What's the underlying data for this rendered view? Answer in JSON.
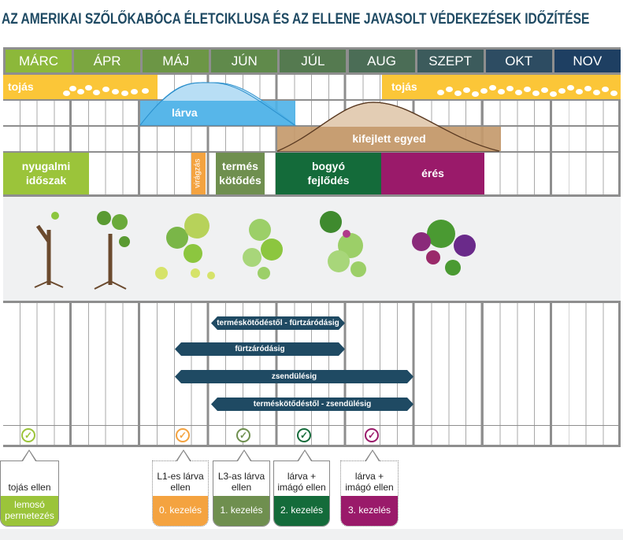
{
  "title": "AZ AMERIKAI SZŐLŐKABÓCA ÉLETCIKLUSA ÉS AZ ELLENE JAVASOLT VÉDEKEZÉSEK IDŐZÍTÉSE",
  "months": [
    {
      "label": "MÁRC",
      "color": "#8cb83a"
    },
    {
      "label": "ÁPR",
      "color": "#7ba640"
    },
    {
      "label": "MÁJ",
      "color": "#6c9645"
    },
    {
      "label": "JÚN",
      "color": "#608a4b"
    },
    {
      "label": "JÚL",
      "color": "#557a50"
    },
    {
      "label": "AUG",
      "color": "#4b6d56"
    },
    {
      "label": "SZEPT",
      "color": "#3c5b5c"
    },
    {
      "label": "OKT",
      "color": "#2d4c62"
    },
    {
      "label": "NOV",
      "color": "#1e3f62"
    }
  ],
  "lifecycle": {
    "egg": "tojás",
    "larva": "lárva",
    "adult": "kifejlett egyed"
  },
  "phenology": {
    "dormancy": "nyugalmi időszak",
    "flowering": "virágzás",
    "fruit_set": "termés kötődés",
    "berry": "bogyó fejlődés",
    "ripening": "érés"
  },
  "periods": [
    "terméskötődéstől - fürtzáródásig",
    "fürtzáródásig",
    "zsendülésig",
    "terméskötődéstől - zsendülésig"
  ],
  "treatments": [
    {
      "target": "tojás ellen",
      "label": "lemosó permetezés",
      "color": "#9bc43a"
    },
    {
      "target": "L1-es lárva ellen",
      "label": "0. kezelés",
      "color": "#f4a340"
    },
    {
      "target": "L3-as lárva ellen",
      "label": "1. kezelés",
      "color": "#6f8f4f"
    },
    {
      "target": "lárva + imágó ellen",
      "label": "2. kezelés",
      "color": "#146b3a"
    },
    {
      "target": "lárva + imágó ellen",
      "label": "3. kezelés",
      "color": "#9a1a6a"
    }
  ],
  "colors": {
    "egg": "#fbc638",
    "larva": "#4db1e8",
    "adult": "#c49a6c",
    "navy": "#1f4a63"
  }
}
